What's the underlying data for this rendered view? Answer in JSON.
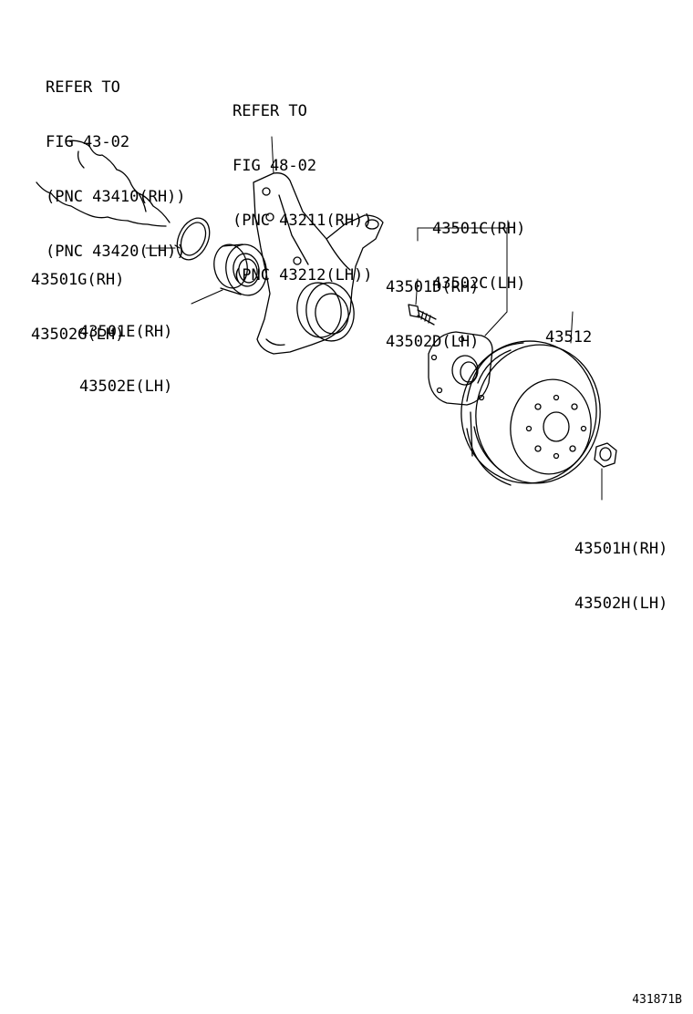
{
  "labels": {
    "refer_driveshaft": [
      "REFER TO",
      "FIG 43-02",
      "(PNC 43410(RH))",
      "(PNC 43420(LH))"
    ],
    "refer_knuckle": [
      "REFER TO",
      "FIG 48-02",
      "(PNC 43211(RH))",
      "(PNC 43212(LH))"
    ],
    "snap_ring": [
      "43501G(RH)",
      "43502G(LH)"
    ],
    "bearing": [
      "43501E(RH)",
      "43502E(LH)"
    ],
    "hub": [
      "43501C(RH)",
      "43502C(LH)"
    ],
    "hub_bolt": [
      "43501D(RH)",
      "43502D(LH)"
    ],
    "disc": [
      "43512"
    ],
    "nut": [
      "43501H(RH)",
      "43502H(LH)"
    ]
  },
  "figure_id": "431871B"
}
